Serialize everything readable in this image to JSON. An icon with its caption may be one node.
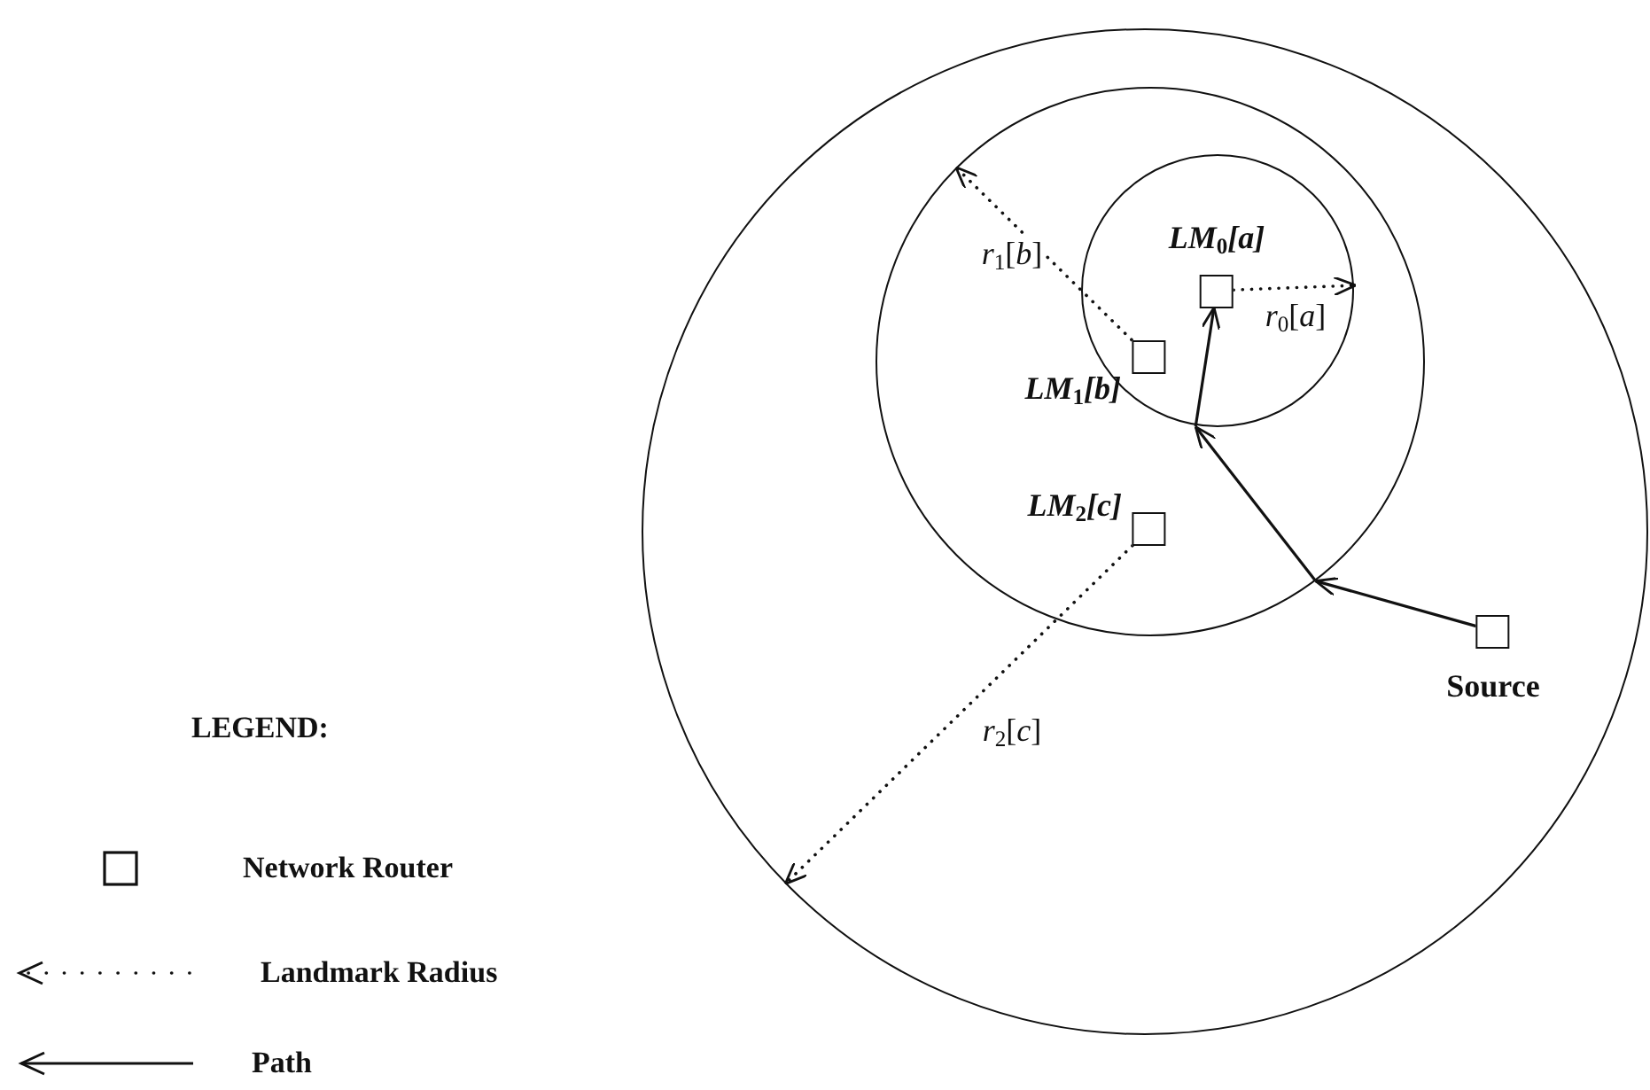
{
  "diagram": {
    "nodes": [
      {
        "text": [],
        "shape": "circle"
      },
      {
        "text": [],
        "shape": "circle",
        "in": 0
      },
      {
        "text": [],
        "shape": "circle",
        "in": 1
      },
      {
        "text": [
          "*LM*$_{0}$[*a*]"
        ],
        "in": 2
      },
      {
        "text": [
          "*LM*$_{1}$[*b*]"
        ],
        "in": 2
      },
      {
        "text": [
          "*LM*$_{2}$[*c*]"
        ],
        "in": 1
      },
      {
        "text": [
          "Source"
        ],
        "in": 0
      }
    ],
    "edges": [
      {
        "from": 6,
        "to": 1,
        "arrow": "to"
      },
      {
        "from": 1,
        "to": 2,
        "arrow": "to"
      },
      {
        "from": 2,
        "to": 3,
        "arrow": "to"
      },
      {
        "from": 3,
        "to": 2,
        "arrow": "to",
        "style": "dashed",
        "label": "*r*$_{0}$[*a*]"
      },
      {
        "from": 4,
        "to": 1,
        "arrow": "to",
        "style": "dashed",
        "label": "*r*$_{1}$[*b*]"
      },
      {
        "from": 5,
        "to": 0,
        "arrow": "to",
        "style": "dashed",
        "label": "*r*$_{2}$[*c*]"
      }
    ],
    "labels": [
      "LEGEND:"
    ],
    "legend": [
      {
        "text": "Network Router"
      },
      {
        "text": "Landmark Radius"
      },
      {
        "text": "Path"
      }
    ]
  }
}
